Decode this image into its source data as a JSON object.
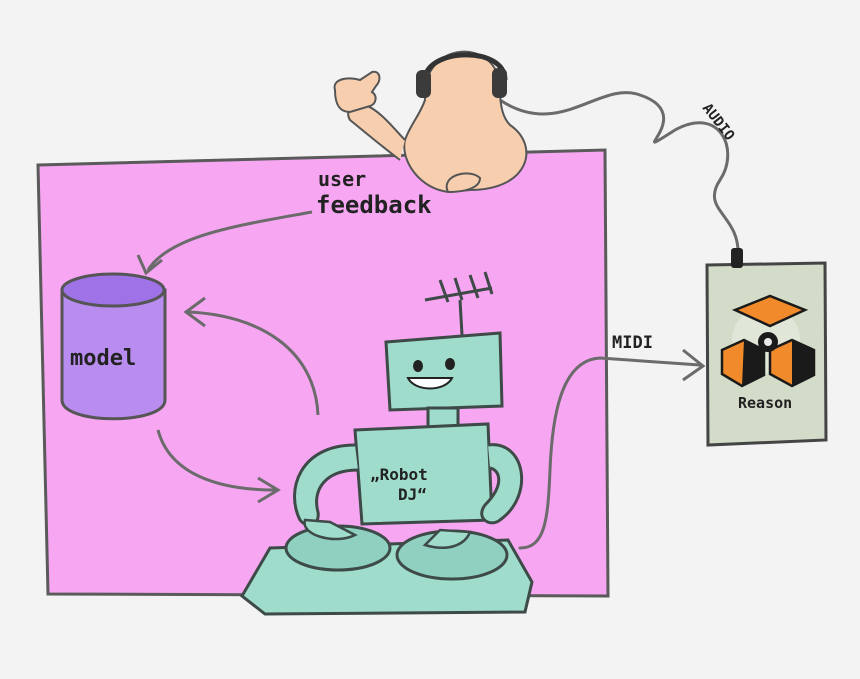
{
  "labels": {
    "user": "user",
    "feedback": "feedback",
    "model": "model",
    "robot_line1": "„Robot",
    "robot_line2": "DJ“",
    "midi": "MIDI",
    "audio": "AUDIO",
    "reason": "Reason"
  },
  "colors": {
    "background": "#f3f3f3",
    "panel": "#f7a6f2",
    "panel_border": "#5a5a5a",
    "model_cylinder": "#b98cf0",
    "model_top": "#a072e8",
    "robot": "#9fdccc",
    "robot_outline": "#3d4a47",
    "skin": "#f7cfae",
    "reason_device": "#d3dcc8",
    "reason_orange": "#f08a2a",
    "wire": "#6b6b6b"
  },
  "icons": [
    "thumbs-up-icon",
    "headphones-icon",
    "reason-logo-icon",
    "turntable-icon"
  ]
}
